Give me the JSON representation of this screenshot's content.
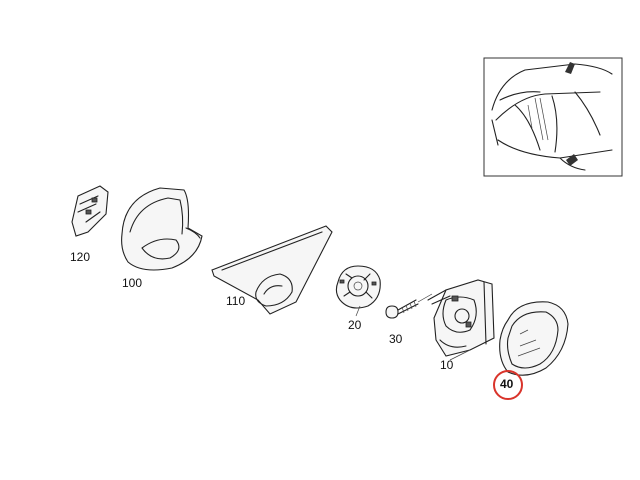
{
  "diagram": {
    "highlight_color": "#d9342b",
    "parts": [
      {
        "id": "part-120",
        "label": "120"
      },
      {
        "id": "part-100",
        "label": "100"
      },
      {
        "id": "part-110",
        "label": "110"
      },
      {
        "id": "part-20",
        "label": "20"
      },
      {
        "id": "part-30",
        "label": "30"
      },
      {
        "id": "part-10",
        "label": "10"
      },
      {
        "id": "part-40",
        "label": "40",
        "highlighted": true
      }
    ]
  }
}
